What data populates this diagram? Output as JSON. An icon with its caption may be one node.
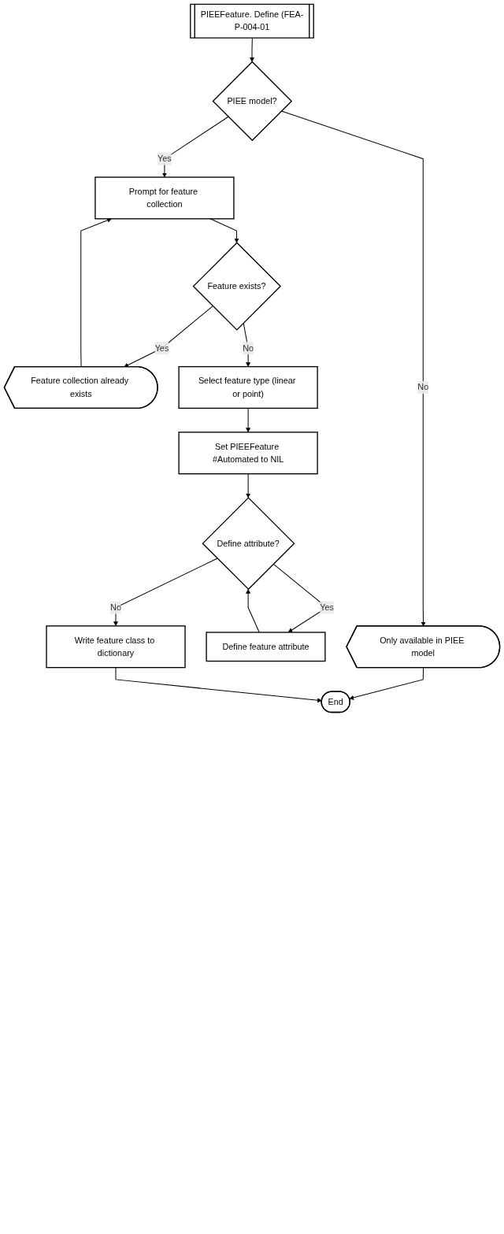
{
  "diagram": {
    "nodes": [
      {
        "text": [
          "PIEEFeature. Define (FEA-P-004-01"
        ]
      },
      {
        "text": [
          "PIEE model?"
        ]
      },
      {
        "text": [
          "Only available in PIEE model"
        ]
      },
      {
        "text": [
          "Prompt for feature collection"
        ]
      },
      {
        "text": [
          "Feature exists?"
        ]
      },
      {
        "text": [
          "Feature collection already exists"
        ]
      },
      {
        "text": [
          "Select feature type (linear or point)"
        ]
      },
      {
        "text": [
          "Set PIEEFeature #Automated to NIL"
        ]
      },
      {
        "text": [
          "Define attribute?"
        ]
      },
      {
        "text": [
          "Define feature attribute"
        ]
      },
      {
        "text": [
          "Write feature class to dictionary"
        ]
      },
      {
        "text": [
          "End"
        ]
      }
    ],
    "edges": [
      {
        "from": 0,
        "to": 1,
        "arrow": "to"
      },
      {
        "from": 1,
        "to": 2,
        "arrow": "to",
        "label": "No"
      },
      {
        "from": 1,
        "to": 3,
        "arrow": "to",
        "label": "Yes"
      },
      {
        "from": 2,
        "to": 11,
        "arrow": "to"
      },
      {
        "from": 3,
        "to": 4,
        "arrow": "to"
      },
      {
        "from": 4,
        "to": 5,
        "arrow": "to",
        "label": "Yes"
      },
      {
        "from": 4,
        "to": 6,
        "arrow": "to",
        "label": "No"
      },
      {
        "from": 5,
        "to": 3,
        "arrow": "to"
      },
      {
        "from": 6,
        "to": 7,
        "arrow": "to"
      },
      {
        "from": 7,
        "to": 8,
        "arrow": "to"
      },
      {
        "from": 8,
        "to": 9,
        "arrow": "to",
        "label": "Yes"
      },
      {
        "from": 9,
        "to": 8,
        "arrow": "to"
      },
      {
        "from": 8,
        "to": 10,
        "arrow": "to",
        "label": "No"
      },
      {
        "from": 10,
        "to": 11,
        "arrow": "to"
      }
    ]
  }
}
